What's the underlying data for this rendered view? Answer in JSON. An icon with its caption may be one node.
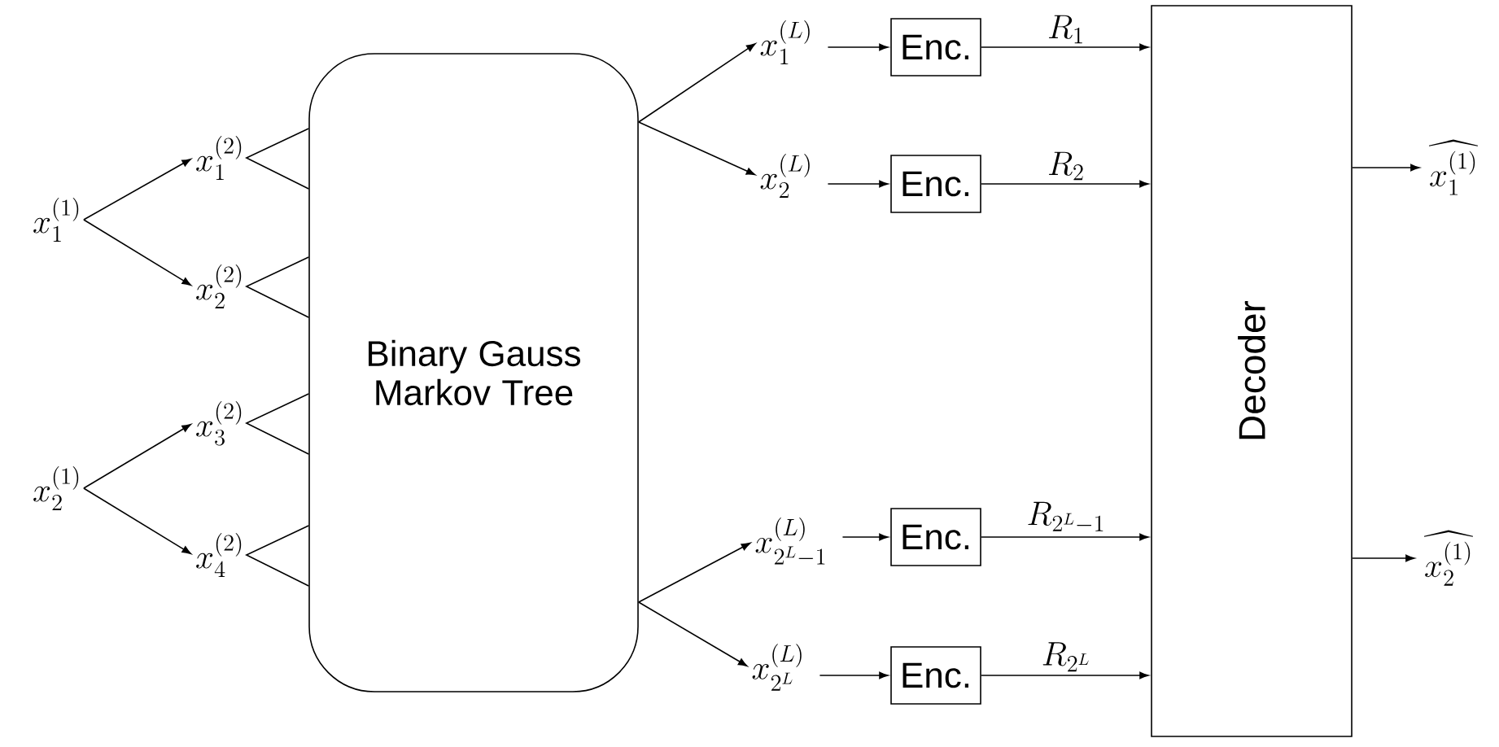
{
  "diagram": {
    "nodes": [
      {
        "text": [
          "x_1^{(1)}"
        ]
      },
      {
        "text": [
          "x_2^{(1)}"
        ]
      },
      {
        "text": [
          "x_1^{(2)}"
        ]
      },
      {
        "text": [
          "x_2^{(2)}"
        ]
      },
      {
        "text": [
          "x_3^{(2)}"
        ]
      },
      {
        "text": [
          "x_4^{(2)}"
        ]
      },
      {
        "text": [
          "Binary Gauss Markov Tree"
        ]
      },
      {
        "text": [
          "x_1^{(L)}"
        ]
      },
      {
        "text": [
          "x_2^{(L)}"
        ]
      },
      {
        "text": [
          "x_{2^L-1}^{(L)}"
        ]
      },
      {
        "text": [
          "x_{2^L}^{(L)}"
        ]
      },
      {
        "text": [
          "Enc."
        ]
      },
      {
        "text": [
          "Enc."
        ]
      },
      {
        "text": [
          "Enc."
        ]
      },
      {
        "text": [
          "Enc."
        ]
      },
      {
        "text": [
          "Decoder"
        ]
      },
      {
        "text": [
          "\\widehat{x_1^{(1)}}"
        ]
      },
      {
        "text": [
          "\\widehat{x_2^{(1)}}"
        ]
      }
    ],
    "edges": [
      {
        "from": 0,
        "to": 2,
        "arrow": "to"
      },
      {
        "from": 0,
        "to": 3,
        "arrow": "to"
      },
      {
        "from": 1,
        "to": 4,
        "arrow": "to"
      },
      {
        "from": 1,
        "to": 5,
        "arrow": "to"
      },
      {
        "from": 2,
        "to": 6,
        "arrow": "none"
      },
      {
        "from": 3,
        "to": 6,
        "arrow": "none"
      },
      {
        "from": 4,
        "to": 6,
        "arrow": "none"
      },
      {
        "from": 5,
        "to": 6,
        "arrow": "none"
      },
      {
        "from": 6,
        "to": 7,
        "arrow": "to"
      },
      {
        "from": 6,
        "to": 8,
        "arrow": "to"
      },
      {
        "from": 6,
        "to": 9,
        "arrow": "to"
      },
      {
        "from": 6,
        "to": 10,
        "arrow": "to"
      },
      {
        "from": 7,
        "to": 11,
        "arrow": "to"
      },
      {
        "from": 8,
        "to": 12,
        "arrow": "to"
      },
      {
        "from": 9,
        "to": 13,
        "arrow": "to"
      },
      {
        "from": 10,
        "to": 14,
        "arrow": "to"
      },
      {
        "from": 11,
        "to": 15,
        "arrow": "to",
        "label": "R_1"
      },
      {
        "from": 12,
        "to": 15,
        "arrow": "to",
        "label": "R_2"
      },
      {
        "from": 13,
        "to": 15,
        "arrow": "to",
        "label": "R_{2^L-1}"
      },
      {
        "from": 14,
        "to": 15,
        "arrow": "to",
        "label": "R_{2^L}"
      },
      {
        "from": 15,
        "to": 16,
        "arrow": "to"
      },
      {
        "from": 15,
        "to": 17,
        "arrow": "to"
      }
    ]
  }
}
